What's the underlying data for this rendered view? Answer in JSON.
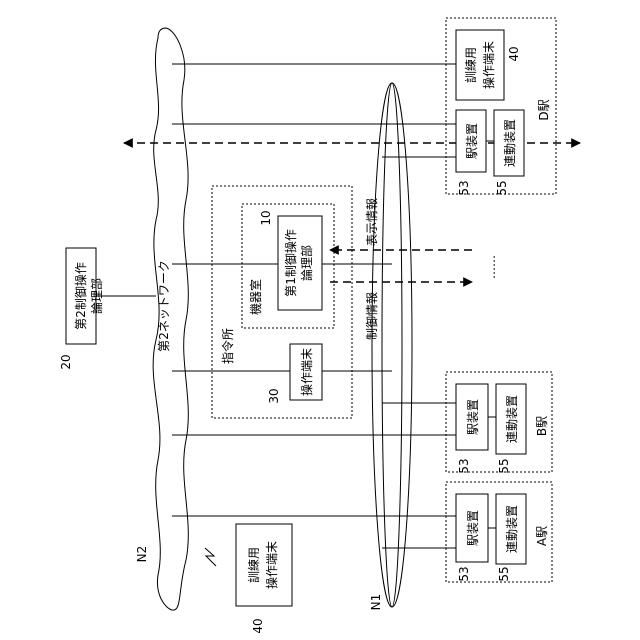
{
  "networks": {
    "n2_tag": "N2",
    "n2_name": "第2ネットワーク",
    "n1_tag": "N1"
  },
  "flows": {
    "control_info": "制御情報",
    "display_info": "表示情報",
    "ellipsis": "⋯⋯"
  },
  "second_processor": {
    "ref": "20",
    "line1": "第2制御操作",
    "line2": "論理部"
  },
  "command_center": {
    "name": "指令所",
    "equipment_room": "機器室",
    "first_processor": {
      "ref": "10",
      "line1": "第1制御操作",
      "line2": "論理部"
    },
    "operation_terminal": {
      "ref": "30",
      "label": "操作端末"
    }
  },
  "training_terminal": {
    "ref": "40",
    "line1": "訓練用",
    "line2": "操作端末"
  },
  "stations": [
    {
      "name": "D駅",
      "training_terminal": {
        "ref": "40",
        "line1": "訓練用",
        "line2": "操作端末"
      },
      "station_device": {
        "ref": "53",
        "label": "駅装置"
      },
      "interlock_device": {
        "ref": "55",
        "label": "連動装置"
      }
    },
    {
      "name": "B駅",
      "station_device": {
        "ref": "53",
        "label": "駅装置"
      },
      "interlock_device": {
        "ref": "55",
        "label": "連動装置"
      }
    },
    {
      "name": "A駅",
      "station_device": {
        "ref": "53",
        "label": "駅装置"
      },
      "interlock_device": {
        "ref": "55",
        "label": "連動装置"
      }
    }
  ]
}
